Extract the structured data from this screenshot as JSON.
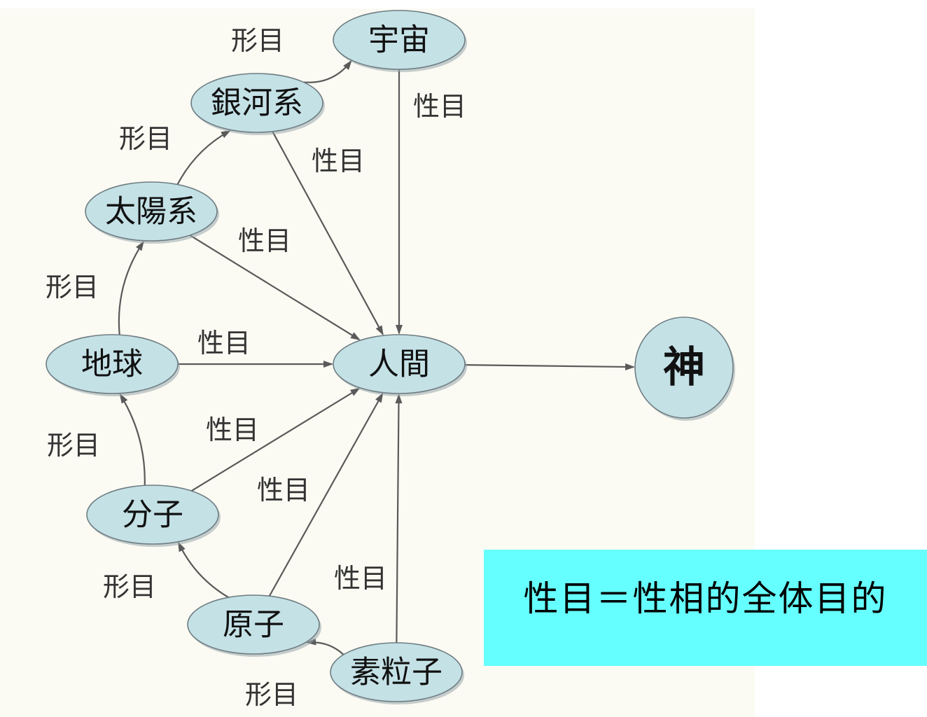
{
  "diagram": {
    "nodes": [
      {
        "id": "uchu",
        "label": "宇宙"
      },
      {
        "id": "gingakei",
        "label": "銀河系"
      },
      {
        "id": "taiyokei",
        "label": "太陽系"
      },
      {
        "id": "chikyu",
        "label": "地球"
      },
      {
        "id": "ningen",
        "label": "人間"
      },
      {
        "id": "kami",
        "label": "神"
      },
      {
        "id": "bunshi",
        "label": "分子"
      },
      {
        "id": "genshi",
        "label": "原子"
      },
      {
        "id": "soryushi",
        "label": "素粒子"
      }
    ],
    "edges": [
      {
        "id": "gingakei-uchu",
        "from": "gingakei",
        "to": "uchu",
        "label": "形目"
      },
      {
        "id": "taiyokei-gingakei",
        "from": "taiyokei",
        "to": "gingakei",
        "label": "形目"
      },
      {
        "id": "chikyu-taiyokei",
        "from": "chikyu",
        "to": "taiyokei",
        "label": "形目"
      },
      {
        "id": "bunshi-chikyu",
        "from": "bunshi",
        "to": "chikyu",
        "label": "形目"
      },
      {
        "id": "genshi-bunshi",
        "from": "genshi",
        "to": "bunshi",
        "label": "形目"
      },
      {
        "id": "soryushi-genshi",
        "from": "soryushi",
        "to": "genshi",
        "label": "形目"
      },
      {
        "id": "uchu-ningen",
        "from": "uchu",
        "to": "ningen",
        "label": "性目"
      },
      {
        "id": "gingakei-ningen",
        "from": "gingakei",
        "to": "ningen",
        "label": "性目"
      },
      {
        "id": "taiyokei-ningen",
        "from": "taiyokei",
        "to": "ningen",
        "label": "性目"
      },
      {
        "id": "chikyu-ningen",
        "from": "chikyu",
        "to": "ningen",
        "label": "性目"
      },
      {
        "id": "bunshi-ningen",
        "from": "bunshi",
        "to": "ningen",
        "label": "性目"
      },
      {
        "id": "genshi-ningen",
        "from": "genshi",
        "to": "ningen",
        "label": "性目"
      },
      {
        "id": "soryushi-ningen",
        "from": "soryushi",
        "to": "ningen",
        "label": "性目"
      },
      {
        "id": "ningen-kami",
        "from": "ningen",
        "to": "kami",
        "label": ""
      }
    ]
  },
  "definition": {
    "text": "性目＝性相的全体目的"
  },
  "colors": {
    "node_fill": "#c4e1e6",
    "node_stroke": "#6e7d82",
    "edge": "#5a5a5a",
    "paper": "#fbfaf3",
    "definition_background": "#66ffff"
  }
}
